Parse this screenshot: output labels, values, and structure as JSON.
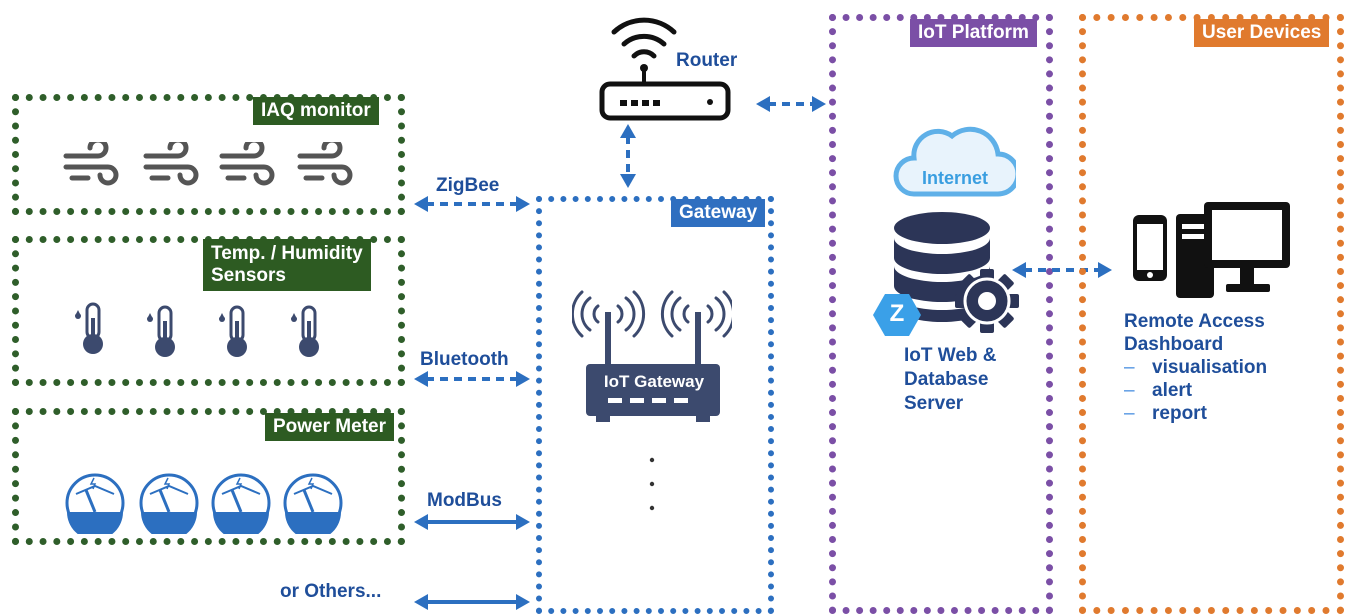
{
  "boxes": {
    "iaq": "IAQ monitor",
    "temp_line1": "Temp. / Humidity",
    "temp_line2": "Sensors",
    "power": "Power Meter",
    "gateway": "Gateway",
    "platform": "IoT Platform",
    "user": "User Devices"
  },
  "labels": {
    "router": "Router",
    "zigbee": "ZigBee",
    "bluetooth": "Bluetooth",
    "modbus": "ModBus",
    "others": "or  Others...",
    "internet": "Internet",
    "gateway_device": "IoT Gateway",
    "server_line1": "IoT Web &",
    "server_line2": "Database",
    "server_line3": "Server",
    "z_badge": "Z"
  },
  "dashboard": {
    "title_line1": "Remote Access",
    "title_line2": "Dashboard",
    "items": [
      "visualisation",
      "alert",
      "report"
    ]
  },
  "colors": {
    "green": "#2d5b22",
    "blue": "#2f6fc0",
    "purple": "#7b4fa6",
    "orange": "#e07a2e",
    "label_blue": "#1f4e9a",
    "icon_dark": "#3c4a6e"
  }
}
